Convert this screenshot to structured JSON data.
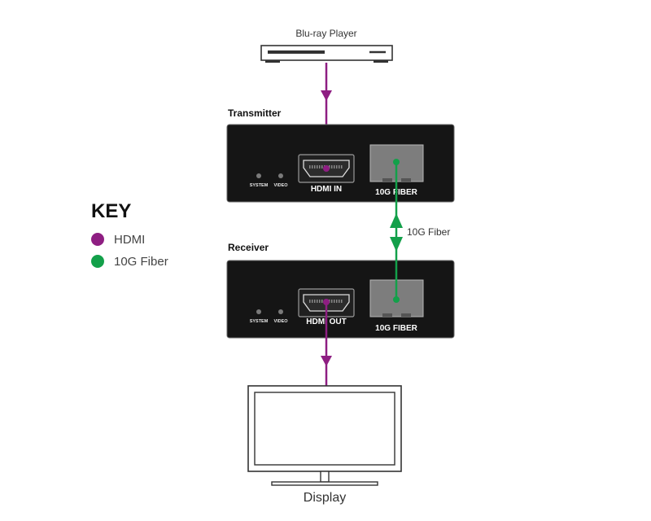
{
  "colors": {
    "hdmi": "#8e1e82",
    "fiber": "#13a04a",
    "device": "#151515"
  },
  "devices": {
    "source": {
      "label": "Blu-ray Player"
    },
    "transmitter": {
      "title": "Transmitter",
      "port_hdmi": "HDMI IN",
      "port_fiber": "10G FIBER",
      "led_system": "SYSTEM",
      "led_video": "VIDEO"
    },
    "receiver": {
      "title": "Receiver",
      "port_hdmi": "HDMI OUT",
      "port_fiber": "10G FIBER",
      "led_system": "SYSTEM",
      "led_video": "VIDEO"
    },
    "display": {
      "label": "Display"
    }
  },
  "links": {
    "fiber_label": "10G Fiber"
  },
  "key": {
    "title": "KEY",
    "items": [
      {
        "label": "HDMI",
        "color": "#8e1e82"
      },
      {
        "label": "10G Fiber",
        "color": "#13a04a"
      }
    ]
  }
}
